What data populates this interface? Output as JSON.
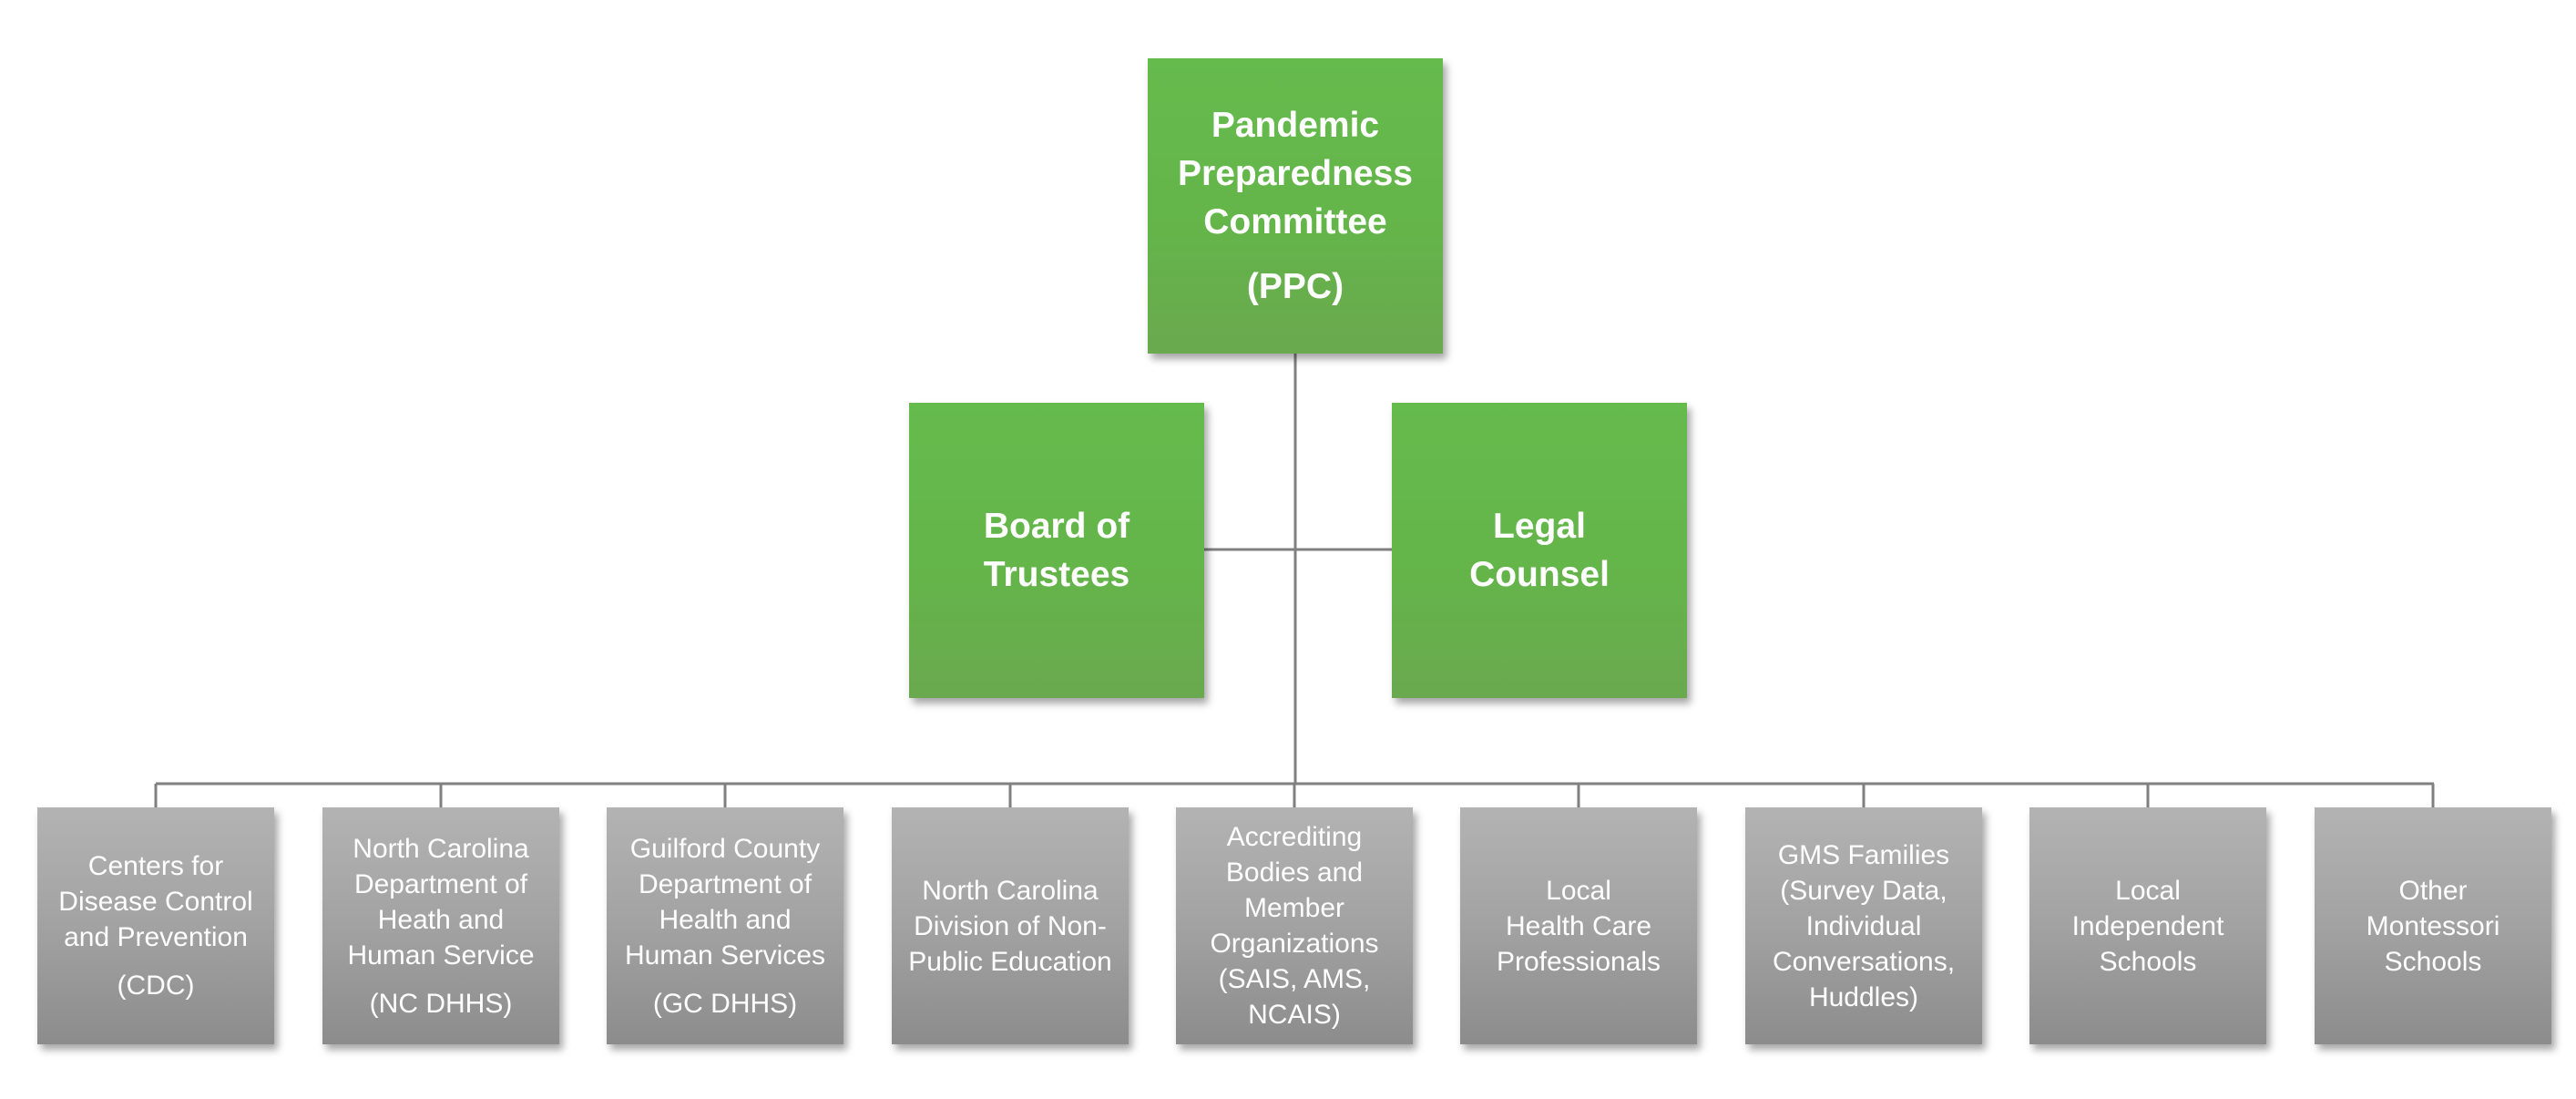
{
  "diagram": {
    "top": {
      "text": "Pandemic\nPreparedness\nCommittee",
      "abbr": "(PPC)"
    },
    "advisors": [
      {
        "text": "Board of\nTrustees"
      },
      {
        "text": "Legal\nCounsel"
      }
    ],
    "sources": [
      {
        "text": "Centers for\nDisease Control\nand Prevention",
        "abbr": "(CDC)"
      },
      {
        "text": "North Carolina\nDepartment of\nHeath and\nHuman Service",
        "abbr": "(NC DHHS)"
      },
      {
        "text": "Guilford County\nDepartment of\nHealth and\nHuman Services",
        "abbr": "(GC DHHS)"
      },
      {
        "text": "North Carolina\nDivision of Non-\nPublic Education",
        "abbr": ""
      },
      {
        "text": "Accrediting\nBodies and\nMember\nOrganizations\n(SAIS, AMS,\nNCAIS)",
        "abbr": ""
      },
      {
        "text": "Local\nHealth Care\nProfessionals",
        "abbr": ""
      },
      {
        "text": "GMS Families\n(Survey Data,\nIndividual\nConversations,\nHuddles)",
        "abbr": ""
      },
      {
        "text": "Local\nIndependent\nSchools",
        "abbr": ""
      },
      {
        "text": "Other\nMontessori\nSchools",
        "abbr": ""
      }
    ],
    "colors": {
      "green": "#64b54a",
      "gray": "#a2a2a2",
      "line": "#808080"
    }
  }
}
